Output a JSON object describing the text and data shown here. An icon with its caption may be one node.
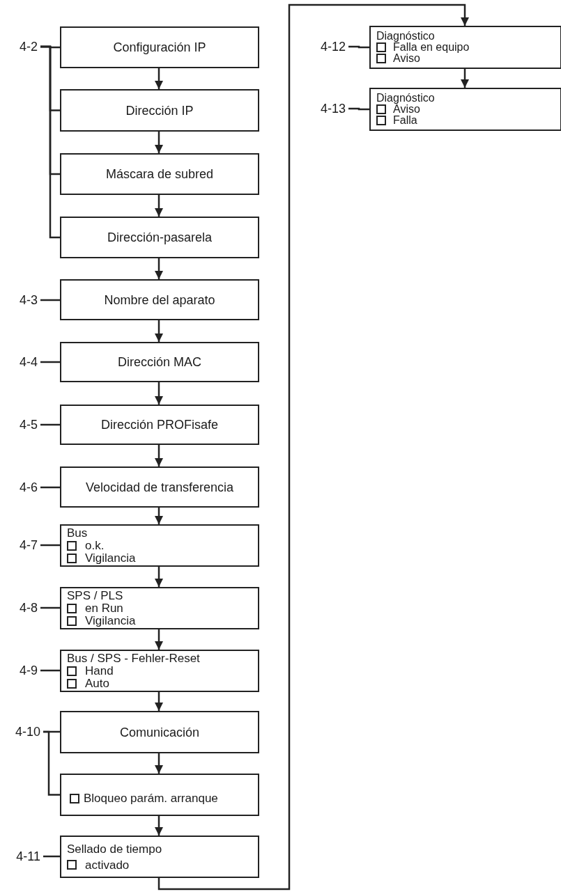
{
  "diagram": {
    "nodes": [
      {
        "text": [
          "Configuración IP"
        ]
      },
      {
        "text": [
          "Dirección IP"
        ]
      },
      {
        "text": [
          "Máscara de subred"
        ]
      },
      {
        "text": [
          "Dirección-pasarela"
        ]
      },
      {
        "text": [
          "Nombre del aparato"
        ]
      },
      {
        "text": [
          "Dirección MAC"
        ]
      },
      {
        "text": [
          "Dirección PROFisafe"
        ]
      },
      {
        "text": [
          "Velocidad de transferencia"
        ]
      },
      {
        "text": [
          "Bus",
          "o.k.",
          "Vigilancia"
        ]
      },
      {
        "text": [
          "SPS / PLS",
          "en Run",
          "Vigilancia"
        ]
      },
      {
        "text": [
          "Bus / SPS - Fehler-Reset",
          "Hand",
          "Auto"
        ]
      },
      {
        "text": [
          "Comunicación"
        ]
      },
      {
        "text": [
          "Bloqueo parám. arranque"
        ]
      },
      {
        "text": [
          "Sellado de tiempo",
          "activado"
        ]
      },
      {
        "text": [
          "Diagnóstico",
          "Falla en equipo",
          "Aviso"
        ]
      },
      {
        "text": [
          "Diagnóstico",
          "Aviso",
          "Falla"
        ]
      },
      {
        "text": [
          "4-2"
        ]
      },
      {
        "text": [
          "4-3"
        ]
      },
      {
        "text": [
          "4-4"
        ]
      },
      {
        "text": [
          "4-5"
        ]
      },
      {
        "text": [
          "4-6"
        ]
      },
      {
        "text": [
          "4-7"
        ]
      },
      {
        "text": [
          "4-8"
        ]
      },
      {
        "text": [
          "4-9"
        ]
      },
      {
        "text": [
          "4-10"
        ]
      },
      {
        "text": [
          "4-11"
        ]
      },
      {
        "text": [
          "4-12"
        ]
      },
      {
        "text": [
          "4-13"
        ]
      }
    ],
    "edges": [
      {
        "from": 0,
        "to": 1,
        "arrow": "to"
      },
      {
        "from": 1,
        "to": 2,
        "arrow": "to"
      },
      {
        "from": 2,
        "to": 3,
        "arrow": "to"
      },
      {
        "from": 3,
        "to": 4,
        "arrow": "to"
      },
      {
        "from": 4,
        "to": 5,
        "arrow": "to"
      },
      {
        "from": 5,
        "to": 6,
        "arrow": "to"
      },
      {
        "from": 6,
        "to": 7,
        "arrow": "to"
      },
      {
        "from": 7,
        "to": 8,
        "arrow": "to"
      },
      {
        "from": 8,
        "to": 9,
        "arrow": "to"
      },
      {
        "from": 9,
        "to": 10,
        "arrow": "to"
      },
      {
        "from": 10,
        "to": 11,
        "arrow": "to"
      },
      {
        "from": 11,
        "to": 12,
        "arrow": "to"
      },
      {
        "from": 12,
        "to": 13,
        "arrow": "to"
      },
      {
        "from": 13,
        "to": 14,
        "arrow": "to"
      },
      {
        "from": 14,
        "to": 15,
        "arrow": "to"
      },
      {
        "from": 16,
        "to": 0,
        "arrow": "none"
      },
      {
        "from": 16,
        "to": 1,
        "arrow": "none"
      },
      {
        "from": 16,
        "to": 2,
        "arrow": "none"
      },
      {
        "from": 16,
        "to": 3,
        "arrow": "none"
      },
      {
        "from": 17,
        "to": 4,
        "arrow": "none"
      },
      {
        "from": 18,
        "to": 5,
        "arrow": "none"
      },
      {
        "from": 19,
        "to": 6,
        "arrow": "none"
      },
      {
        "from": 20,
        "to": 7,
        "arrow": "none"
      },
      {
        "from": 21,
        "to": 8,
        "arrow": "none"
      },
      {
        "from": 22,
        "to": 9,
        "arrow": "none"
      },
      {
        "from": 23,
        "to": 10,
        "arrow": "none"
      },
      {
        "from": 24,
        "to": 11,
        "arrow": "none"
      },
      {
        "from": 24,
        "to": 12,
        "arrow": "none"
      },
      {
        "from": 25,
        "to": 13,
        "arrow": "none"
      },
      {
        "from": 26,
        "to": 14,
        "arrow": "none"
      },
      {
        "from": 27,
        "to": 15,
        "arrow": "none"
      }
    ]
  }
}
